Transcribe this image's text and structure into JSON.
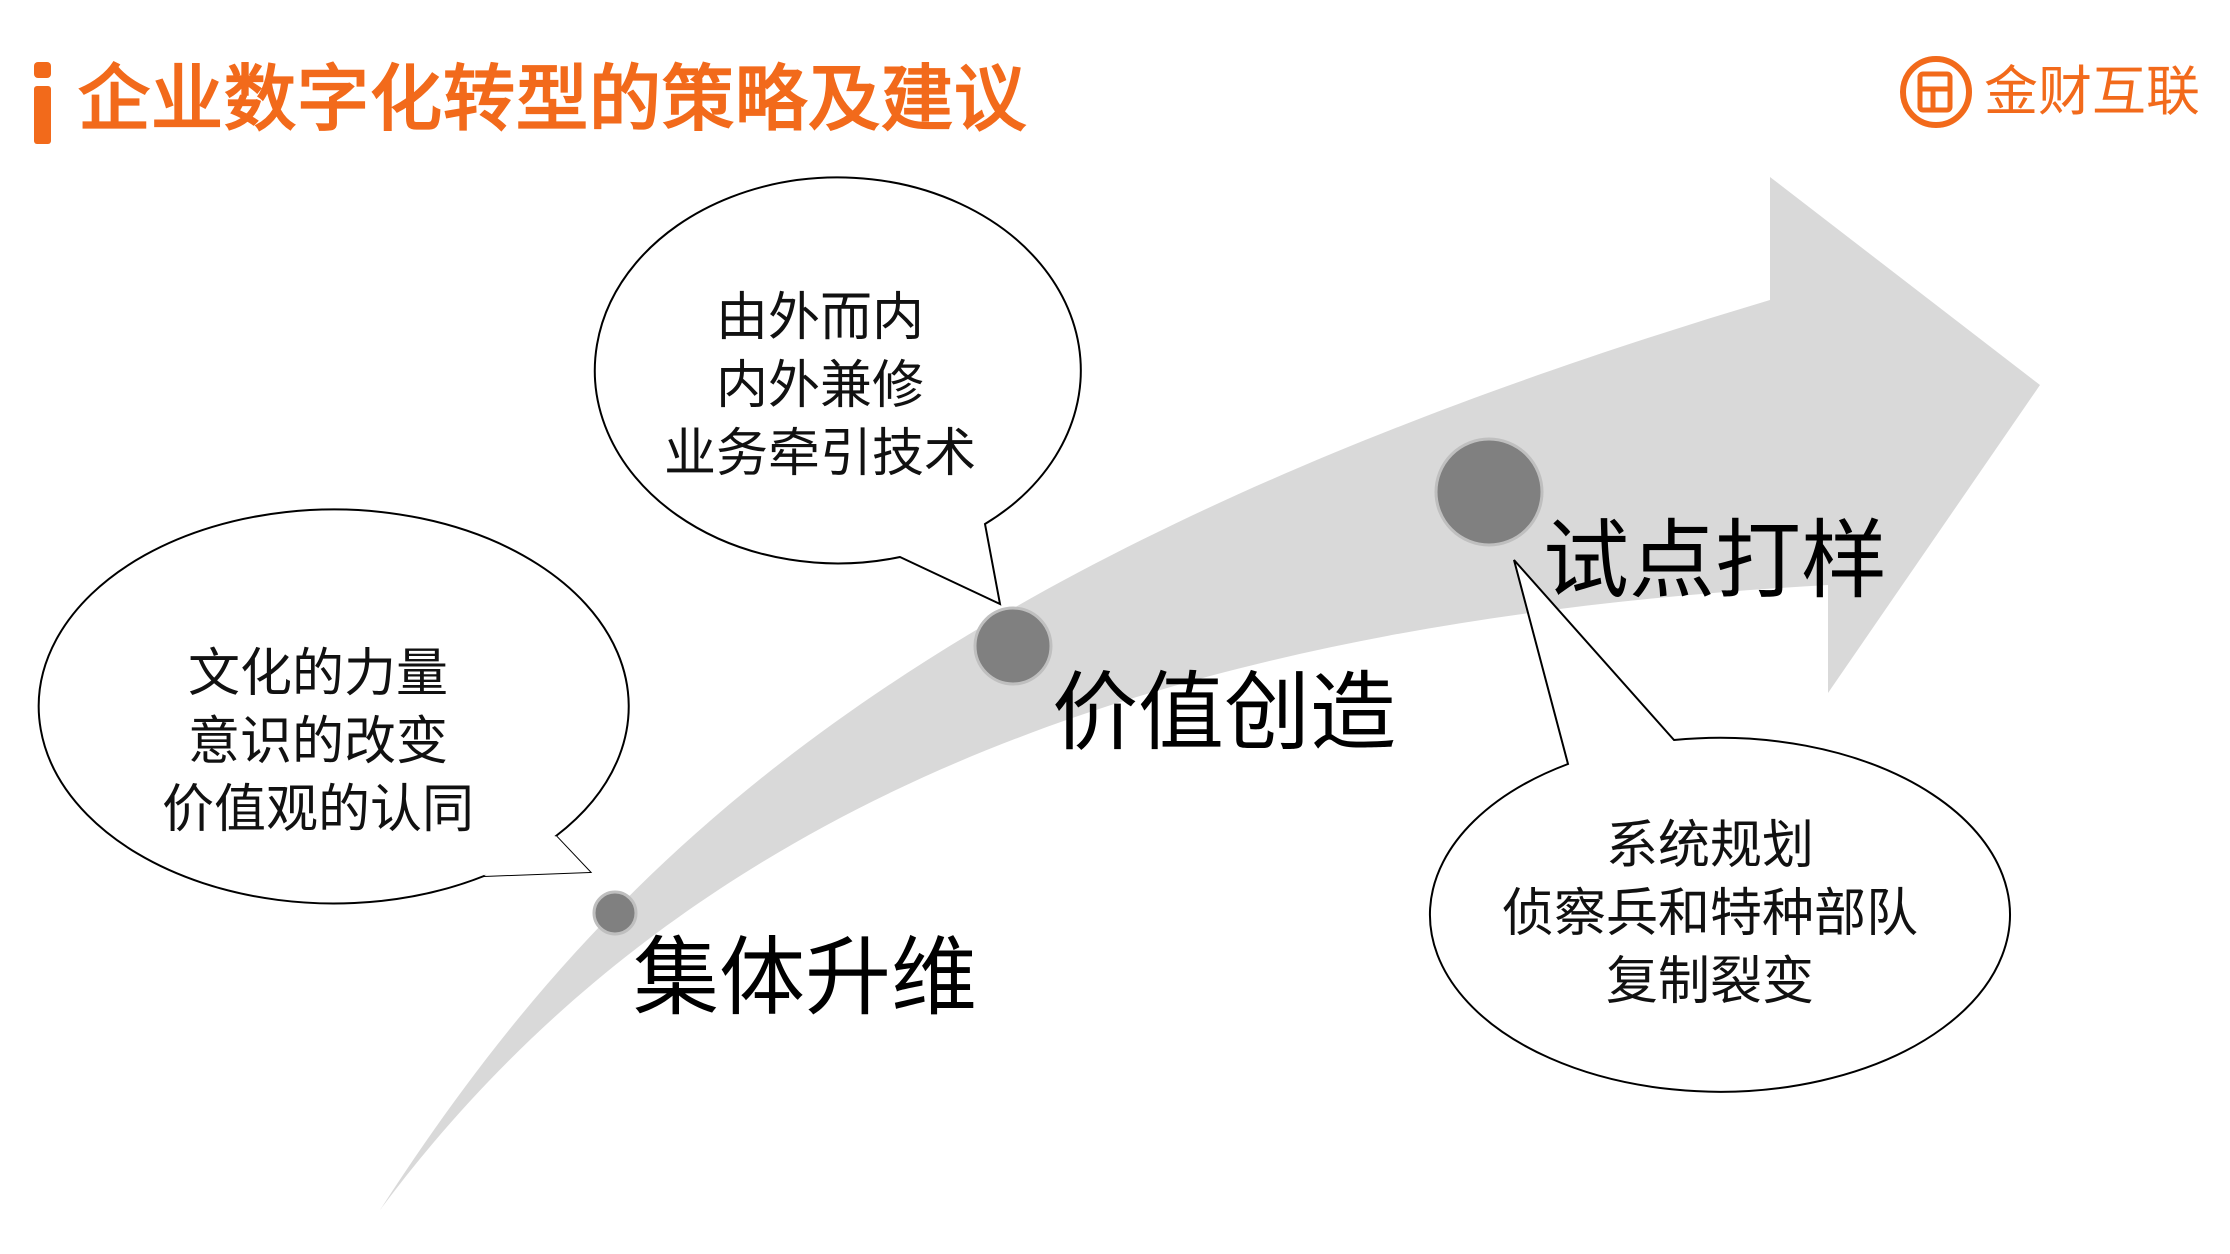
{
  "header": {
    "title": "企业数字化转型的策略及建议",
    "logo_text": "金财互联"
  },
  "stages": [
    {
      "label": "集体升维"
    },
    {
      "label": "价值创造"
    },
    {
      "label": "试点打样"
    }
  ],
  "bubbles": [
    {
      "lines": [
        "文化的力量",
        "意识的改变",
        "价值观的认同"
      ]
    },
    {
      "lines": [
        "由外而内",
        "内外兼修",
        "业务牵引技术"
      ]
    },
    {
      "lines": [
        "系统规划",
        "侦察兵和特种部队",
        "复制裂变"
      ]
    }
  ],
  "colors": {
    "accent": "#f26a1b",
    "arrow": "#d9d9d9",
    "dot": "#808080"
  }
}
